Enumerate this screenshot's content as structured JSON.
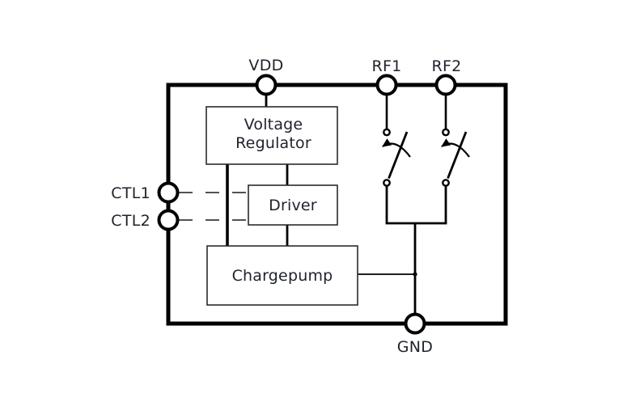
{
  "diagram": {
    "background_color": "#ffffff",
    "line_color": "#000000",
    "text_color": "#1f222b",
    "pins": {
      "vdd": "VDD",
      "rf1": "RF1",
      "rf2": "RF2",
      "ctl1": "CTL1",
      "ctl2": "CTL2",
      "gnd": "GND"
    },
    "blocks": {
      "voltage_regulator_line1": "Voltage",
      "voltage_regulator_line2": "Regulator",
      "driver": "Driver",
      "chargepump": "Chargepump"
    }
  }
}
